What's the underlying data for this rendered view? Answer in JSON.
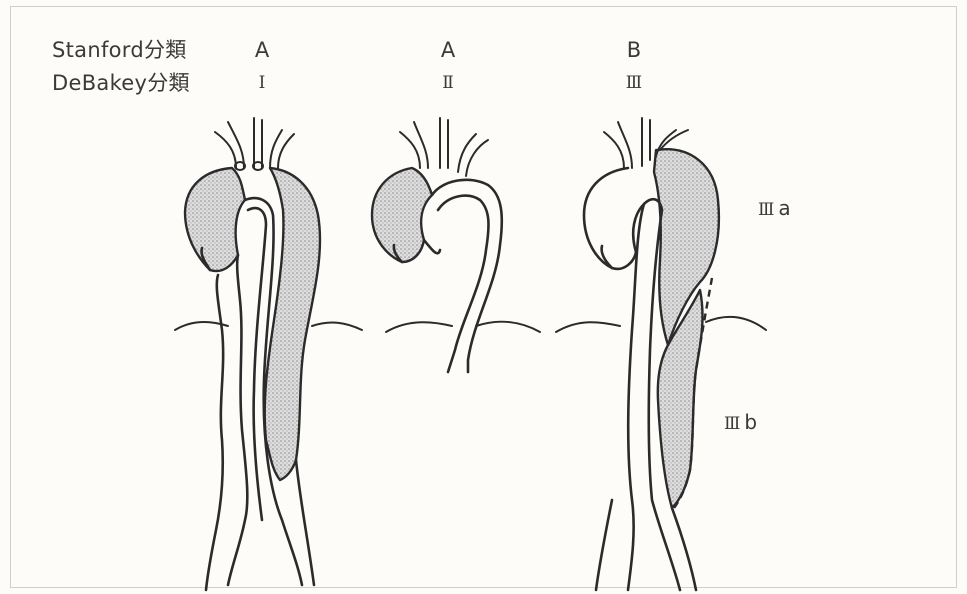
{
  "header": {
    "stanford_label": "Stanford分類",
    "debakey_label": "DeBakey分類"
  },
  "columns": [
    {
      "stanford": "A",
      "debakey": "Ⅰ"
    },
    {
      "stanford": "A",
      "debakey": "Ⅱ"
    },
    {
      "stanford": "B",
      "debakey": "Ⅲ"
    }
  ],
  "subtypes": [
    {
      "numeral": "Ⅲ",
      "letter": "a"
    },
    {
      "numeral": "Ⅲ",
      "letter": "b"
    }
  ],
  "colors": {
    "line": "#2b2b2b",
    "dissection_fill": "#cfcfcf",
    "background": "#fdfcf9"
  }
}
